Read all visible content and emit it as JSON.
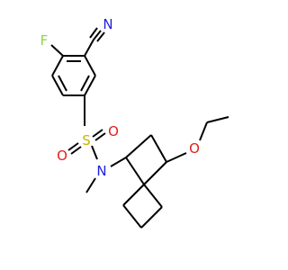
{
  "atoms": {
    "fluorine": "F",
    "nitrile_nitrogen": "N",
    "sulfur": "S",
    "oxygen_1": "O",
    "oxygen_2": "O",
    "amine_nitrogen": "N",
    "ether_oxygen": "O"
  },
  "colors": {
    "bond": "#000000",
    "fluorine": "#8fd14f",
    "nitrogen": "#1f1fe0",
    "oxygen": "#e0201c",
    "sulfur": "#c8b400",
    "background": "#ffffff"
  }
}
